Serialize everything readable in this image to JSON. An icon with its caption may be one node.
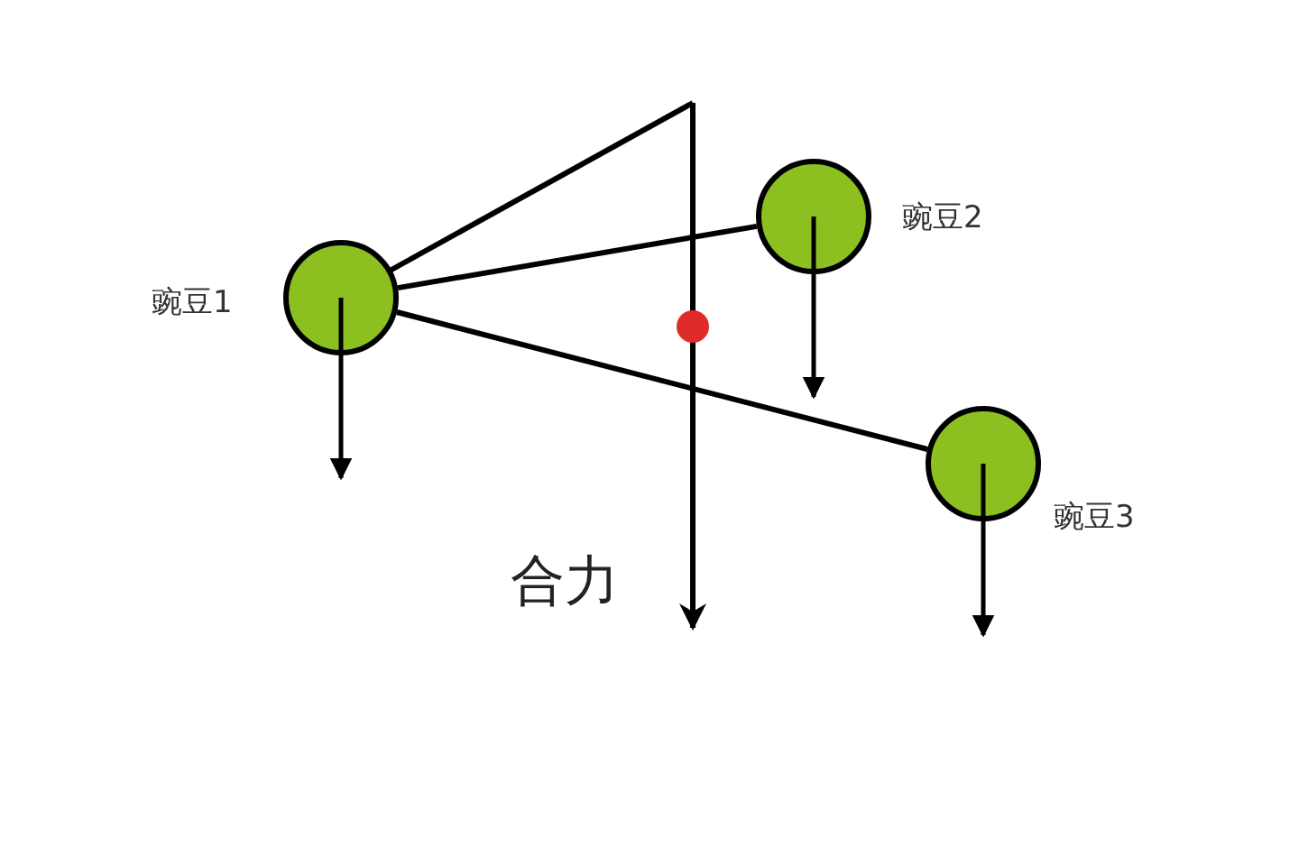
{
  "diagram": {
    "nodes": [
      {
        "text": [],
        "shape": "circle",
        "beside": [
          "豌豆1"
        ]
      },
      {
        "text": [],
        "shape": "circle",
        "beside": [
          "豌豆2"
        ]
      },
      {
        "text": [],
        "shape": "circle",
        "beside": [
          "豌豆3"
        ]
      }
    ],
    "edges": [
      {
        "from": 0,
        "to": 1,
        "arrow": "none"
      },
      {
        "from": 0,
        "to": 2,
        "arrow": "none"
      }
    ],
    "labels": [
      "合力"
    ]
  }
}
